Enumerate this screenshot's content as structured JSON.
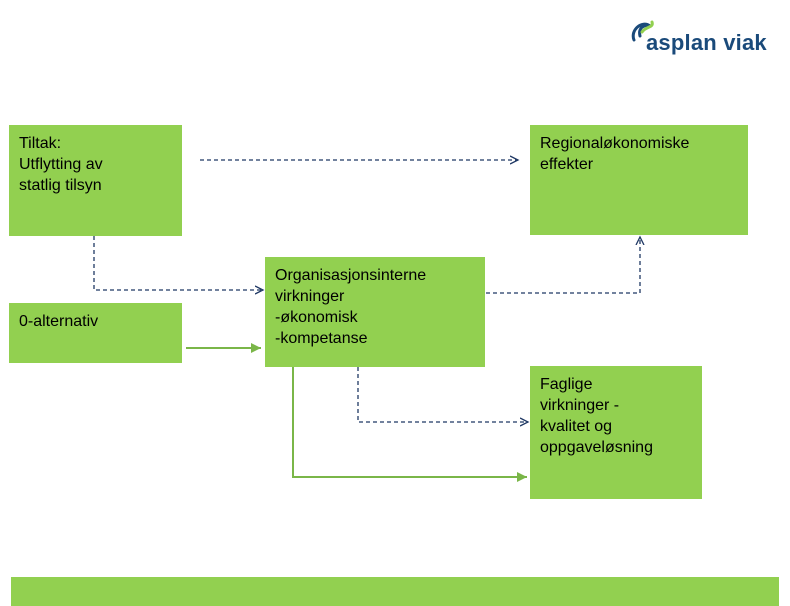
{
  "logo": {
    "text": "asplan viak",
    "icon": "swirl-logo-icon"
  },
  "boxes": {
    "tiltak": {
      "lines": [
        "Tiltak:",
        "Utflytting av",
        "statlig tilsyn"
      ]
    },
    "regional": {
      "lines": [
        "Regionaløkonomiske",
        "effekter"
      ]
    },
    "organisasjon": {
      "lines": [
        "Organisasjonsinterne",
        "virkninger",
        "-økonomisk",
        "-kompetanse"
      ]
    },
    "nullalt": {
      "lines": [
        "0-alternativ"
      ]
    },
    "faglige": {
      "lines": [
        "Faglige",
        "virkninger -",
        "kvalitet og",
        "oppgaveløsning"
      ]
    }
  },
  "colors": {
    "box_fill": "#92d050",
    "dashed_arrow": "#1f3864",
    "solid_arrow": "#7ab648",
    "logo_text": "#1a4a7a"
  }
}
